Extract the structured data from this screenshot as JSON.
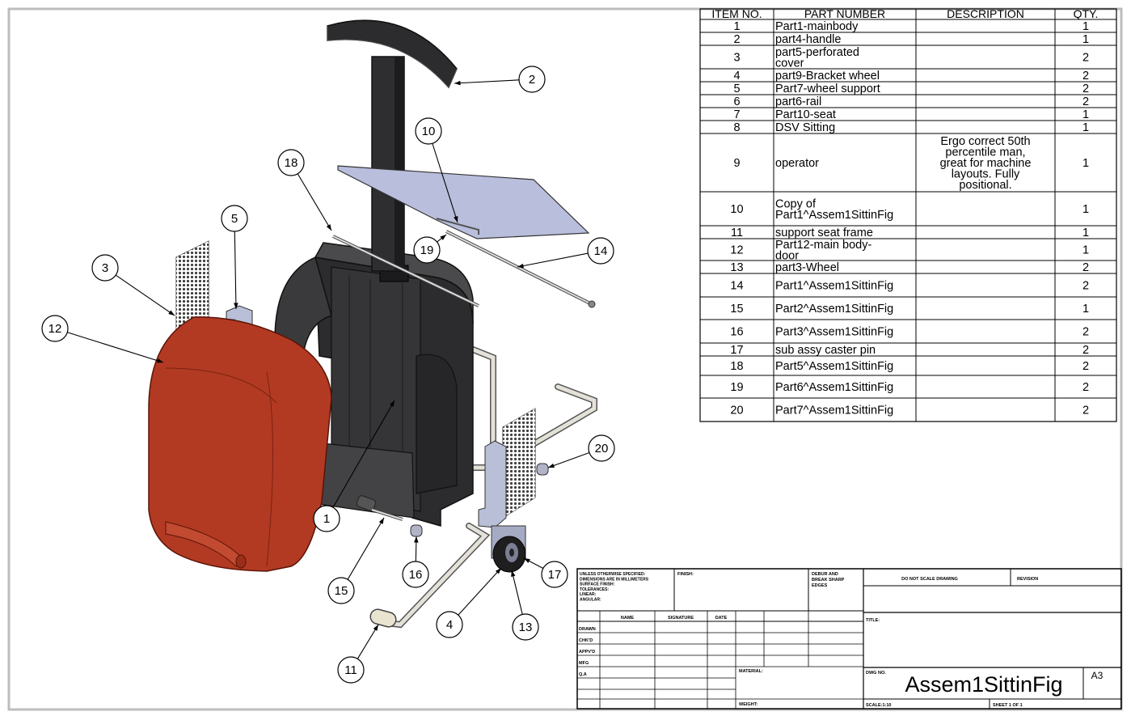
{
  "bom": {
    "headers": [
      "ITEM NO.",
      "PART NUMBER",
      "DESCRIPTION",
      "QTY."
    ],
    "rows": [
      {
        "item": "1",
        "part": [
          "Part1-mainbody"
        ],
        "desc": [],
        "qty": "1"
      },
      {
        "item": "2",
        "part": [
          "part4-handle"
        ],
        "desc": [],
        "qty": "1"
      },
      {
        "item": "3",
        "part": [
          "part5-perforated",
          "cover"
        ],
        "desc": [],
        "qty": "2"
      },
      {
        "item": "4",
        "part": [
          "part9-Bracket wheel"
        ],
        "desc": [],
        "qty": "2"
      },
      {
        "item": "5",
        "part": [
          "Part7-wheel support"
        ],
        "desc": [],
        "qty": "2"
      },
      {
        "item": "6",
        "part": [
          "part6-rail"
        ],
        "desc": [],
        "qty": "2"
      },
      {
        "item": "7",
        "part": [
          "Part10-seat"
        ],
        "desc": [],
        "qty": "1"
      },
      {
        "item": "8",
        "part": [
          "DSV Sitting"
        ],
        "desc": [],
        "qty": "1"
      },
      {
        "item": "9",
        "part": [
          "operator"
        ],
        "desc": [
          "Ergo correct 50th",
          "percentile man,",
          "great for machine",
          "layouts.  Fully",
          "positional."
        ],
        "qty": "1"
      },
      {
        "item": "10",
        "part": [
          "Copy of",
          "Part1^Assem1SittinFig"
        ],
        "desc": [],
        "qty": "1"
      },
      {
        "item": "11",
        "part": [
          "support seat frame"
        ],
        "desc": [],
        "qty": "1"
      },
      {
        "item": "12",
        "part": [
          "Part12-main body-",
          "door"
        ],
        "desc": [],
        "qty": "1"
      },
      {
        "item": "13",
        "part": [
          "part3-Wheel"
        ],
        "desc": [],
        "qty": "2"
      },
      {
        "item": "14",
        "part": [
          "Part1^Assem1SittinFig"
        ],
        "desc": [],
        "qty": "2"
      },
      {
        "item": "15",
        "part": [
          "Part2^Assem1SittinFig"
        ],
        "desc": [],
        "qty": "1"
      },
      {
        "item": "16",
        "part": [
          "Part3^Assem1SittinFig"
        ],
        "desc": [],
        "qty": "2"
      },
      {
        "item": "17",
        "part": [
          "sub assy caster pin"
        ],
        "desc": [],
        "qty": "2"
      },
      {
        "item": "18",
        "part": [
          "Part5^Assem1SittinFig"
        ],
        "desc": [],
        "qty": "2"
      },
      {
        "item": "19",
        "part": [
          "Part6^Assem1SittinFig"
        ],
        "desc": [],
        "qty": "2"
      },
      {
        "item": "20",
        "part": [
          "Part7^Assem1SittinFig"
        ],
        "desc": [],
        "qty": "2"
      }
    ]
  },
  "balloons": [
    {
      "label": "1"
    },
    {
      "label": "2"
    },
    {
      "label": "3"
    },
    {
      "label": "4"
    },
    {
      "label": "5"
    },
    {
      "label": "10"
    },
    {
      "label": "11"
    },
    {
      "label": "12"
    },
    {
      "label": "13"
    },
    {
      "label": "14"
    },
    {
      "label": "15"
    },
    {
      "label": "16"
    },
    {
      "label": "17"
    },
    {
      "label": "18"
    },
    {
      "label": "19"
    },
    {
      "label": "20"
    }
  ],
  "title_block": {
    "notes": [
      "UNLESS OTHERWISE SPECIFIED:",
      "DIMENSIONS ARE IN MILLIMETERS",
      "SURFACE FINISH:",
      "TOLERANCES:",
      "LINEAR:",
      "ANGULAR:"
    ],
    "finish_label": "FINISH:",
    "deburr_lines": [
      "DEBUR AND",
      "BREAK SHARP",
      "EDGES"
    ],
    "do_not_scale": "DO NOT SCALE DRAWING",
    "revision_label": "REVISION",
    "columns": [
      "NAME",
      "SIGNATURE",
      "DATE"
    ],
    "row_labels": [
      "DRAWN",
      "CHK'D",
      "APPV'D",
      "MFG",
      "Q.A"
    ],
    "material_label": "MATERIAL:",
    "weight_label": "WEIGHT:",
    "title_label": "TITLE:",
    "dwg_no_label": "DWG NO.",
    "drawing_title": "Assem1SittinFig",
    "scale_label": "SCALE:1:10",
    "sheet_label": "SHEET 1 OF 1",
    "size": "A3"
  },
  "colors": {
    "body": "#3c3c3e",
    "door": "#b23a22",
    "seat": "#b9bedd",
    "frame": "#e4e1d8",
    "mesh": "#404040"
  }
}
